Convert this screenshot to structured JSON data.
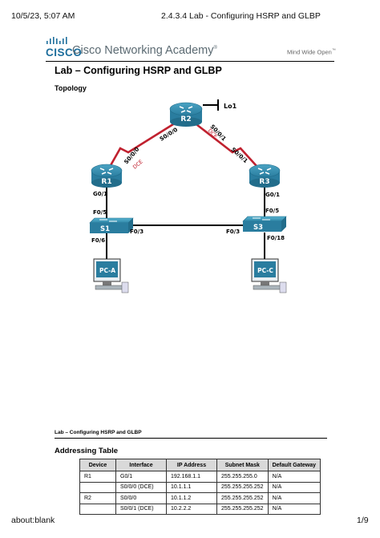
{
  "print_header": {
    "datetime": "10/5/23, 5:07 AM",
    "doc_title": "2.4.3.4 Lab - Configuring HSRP and GLBP"
  },
  "brand": {
    "cisco": "CISCO",
    "academy": "Cisco Networking Academy",
    "trademark": "®",
    "tagline": "Mind Wide Open",
    "tagline_tm": "™",
    "colors": {
      "cisco_blue": "#1d6e9c",
      "router_blue": "#2a7d9f",
      "serial_red": "#c0212f"
    }
  },
  "page_title": "Lab – Configuring HSRP and GLBP",
  "topology": {
    "heading": "Topology",
    "devices": {
      "r1": "R1",
      "r2": "R2",
      "r3": "R3",
      "s1": "S1",
      "s3": "S3",
      "pca": "PC-A",
      "pcc": "PC-C",
      "lo": "Lo1"
    },
    "ports": {
      "r2_s000": "S0/0/0",
      "r1_s000": "S0/0/0",
      "r2_s001": "S0/0/1",
      "r3_s001": "S0/0/1",
      "dce_r1": "DCE",
      "dce_r2": "DCE",
      "r1_g01": "G0/1",
      "r3_g01": "G0/1",
      "s1_f05": "F0/5",
      "s3_f05": "F0/5",
      "s1_f03": "F0/3",
      "s3_f03": "F0/3",
      "s1_f06": "F0/6",
      "s3_f018": "F0/18"
    }
  },
  "running_title": "Lab – Configuring HSRP and GLBP",
  "addressing": {
    "heading": "Addressing Table",
    "columns": [
      "Device",
      "Interface",
      "IP Address",
      "Subnet Mask",
      "Default Gateway"
    ],
    "rows": [
      [
        "R1",
        "G0/1",
        "192.168.1.1",
        "255.255.255.0",
        "N/A"
      ],
      [
        "",
        "S0/0/0 (DCE)",
        "10.1.1.1",
        "255.255.255.252",
        "N/A"
      ],
      [
        "R2",
        "S0/0/0",
        "10.1.1.2",
        "255.255.255.252",
        "N/A"
      ],
      [
        "",
        "S0/0/1 (DCE)",
        "10.2.2.2",
        "255.255.255.252",
        "N/A"
      ]
    ]
  },
  "print_footer": {
    "url": "about:blank",
    "page": "1/9"
  }
}
